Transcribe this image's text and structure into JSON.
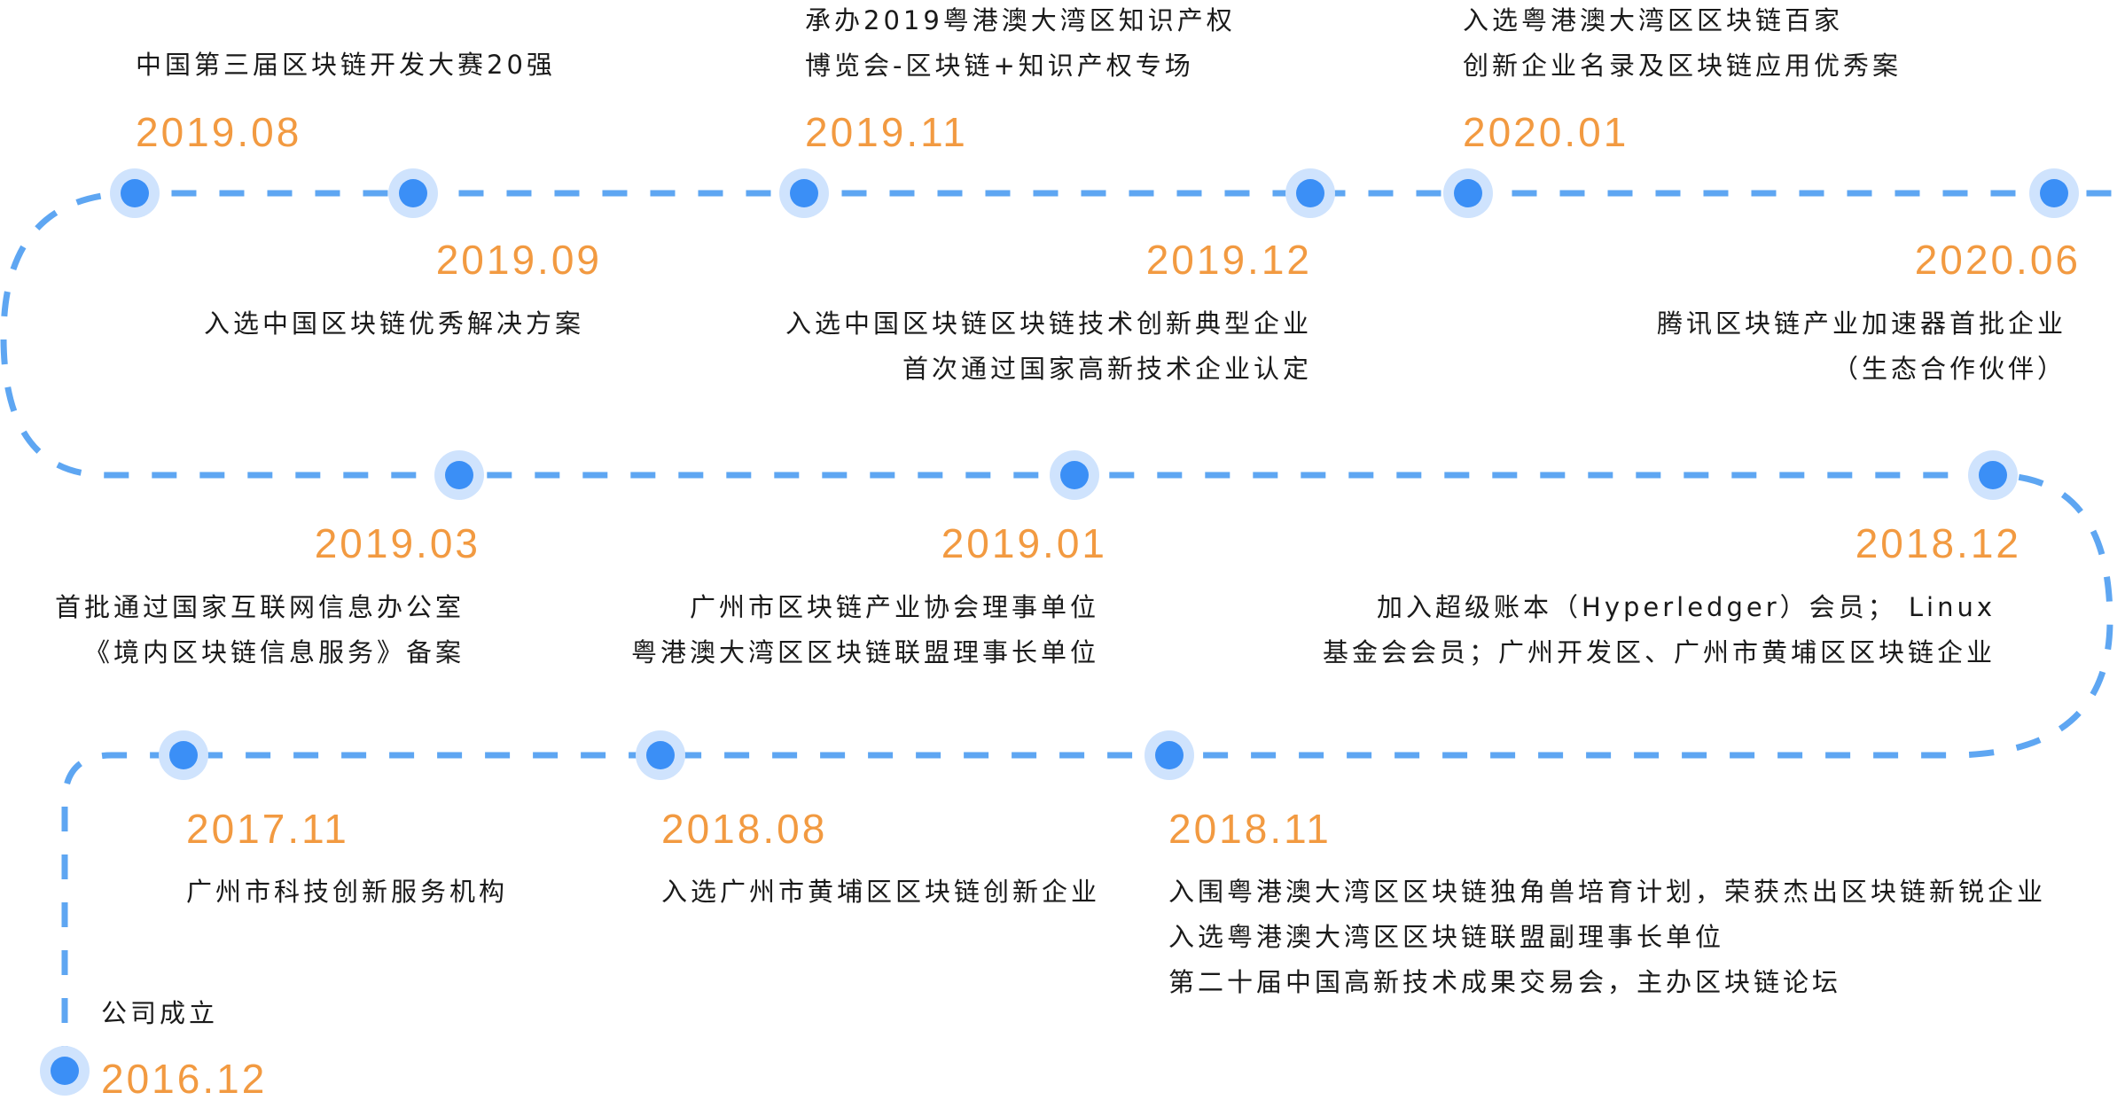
{
  "colors": {
    "accent_orange": "#f29a41",
    "dot_blue": "#3b8ff6",
    "dot_halo": "#cfe3fd",
    "dash_line": "#5ea6f2",
    "text": "#1a1a1a"
  },
  "events": [
    {
      "id": "e0",
      "date": "2016.12",
      "lines": [
        "公司成立"
      ]
    },
    {
      "id": "e1",
      "date": "2017.11",
      "lines": [
        "广州市科技创新服务机构"
      ]
    },
    {
      "id": "e2",
      "date": "2018.08",
      "lines": [
        "入选广州市黄埔区区块链创新企业"
      ]
    },
    {
      "id": "e3",
      "date": "2018.11",
      "lines": [
        "入围粤港澳大湾区区块链独角兽培育计划，荣获杰出区块链新锐企业",
        "入选粤港澳大湾区区块链联盟副理事长单位",
        "第二十届中国高新技术成果交易会，主办区块链论坛"
      ]
    },
    {
      "id": "e4",
      "date": "2018.12",
      "lines": [
        "加入超级账本（Hyperledger）会员； Linux",
        "基金会会员；广州开发区、广州市黄埔区区块链企业"
      ]
    },
    {
      "id": "e5",
      "date": "2019.01",
      "lines": [
        "广州市区块链产业协会理事单位",
        "粤港澳大湾区区块链联盟理事长单位"
      ]
    },
    {
      "id": "e6",
      "date": "2019.03",
      "lines": [
        "首批通过国家互联网信息办公室",
        "《境内区块链信息服务》备案"
      ]
    },
    {
      "id": "e7",
      "date": "2019.08",
      "lines": [
        "中国第三届区块链开发大赛20强"
      ]
    },
    {
      "id": "e8",
      "date": "2019.09",
      "lines": [
        "入选中国区块链优秀解决方案"
      ]
    },
    {
      "id": "e9",
      "date": "2019.11",
      "lines": [
        "承办2019粤港澳大湾区知识产权",
        "博览会-区块链+知识产权专场"
      ]
    },
    {
      "id": "e10",
      "date": "2019.12",
      "lines": [
        "入选中国区块链区块链技术创新典型企业",
        "首次通过国家高新技术企业认定"
      ]
    },
    {
      "id": "e11",
      "date": "2020.01",
      "lines": [
        "入选粤港澳大湾区区块链百家",
        "创新企业名录及区块链应用优秀案"
      ]
    },
    {
      "id": "e12",
      "date": "2020.06",
      "lines": [
        "腾讯区块链产业加速器首批企业",
        "（生态合作伙伴）"
      ]
    }
  ]
}
